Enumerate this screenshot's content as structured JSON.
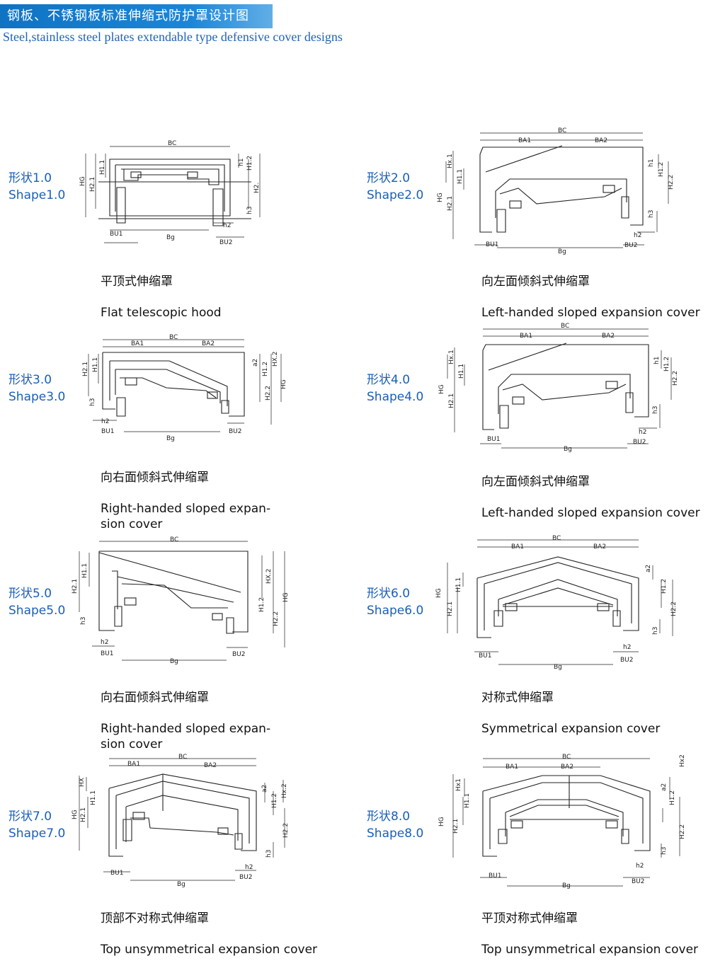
{
  "header": {
    "title_cn": "钢板、不锈钢板标准伸缩式防护罩设计图",
    "title_en": "Steel,stainless steel plates extendable type defensive cover designs"
  },
  "shapes": [
    {
      "label_cn": "形状1.0",
      "label_en": "Shape1.0",
      "caption_cn": "平顶式伸缩罩",
      "caption_en": "Flat telescopic hood",
      "dims": [
        "BC",
        "HG",
        "H2.1",
        "H1.1",
        "h1",
        "H1.2",
        "H2.",
        "h3",
        "h2",
        "BU1",
        "Bg",
        "BU2"
      ]
    },
    {
      "label_cn": "形状2.0",
      "label_en": "Shape2.0",
      "caption_cn": "向左面倾斜式伸缩罩",
      "caption_en": "Left-handed sloped expansion cover",
      "dims": [
        "BC",
        "BA1",
        "BA2",
        "Hx.1",
        "H1.1",
        "HG",
        "H2.1",
        "h1",
        "H1.2",
        "H2.2",
        "h3",
        "h2",
        "BU1",
        "Bg",
        "BU2"
      ]
    },
    {
      "label_cn": "形状3.0",
      "label_en": "Shape3.0",
      "caption_cn": "向右面倾斜式伸缩罩",
      "caption_en": "Right-handed sloped expan-\nsion cover",
      "dims": [
        "BC",
        "BA1",
        "BA2",
        "H2.1",
        "H1.1",
        "h3",
        "h2",
        "BU1",
        "Bg",
        "BU2",
        "a2",
        "H1.2",
        "HX.2",
        "H2.2",
        "HG"
      ]
    },
    {
      "label_cn": "形状4.0",
      "label_en": "Shape4.0",
      "caption_cn": "向左面倾斜式伸缩罩",
      "caption_en": "Left-handed sloped expansion cover",
      "dims": [
        "BC",
        "BA1",
        "BA2",
        "Hx.1",
        "H1.1",
        "HG",
        "H2.1",
        "h1",
        "H1.2",
        "H2.2",
        "h3",
        "h2",
        "BU1",
        "Bg",
        "BU2"
      ]
    },
    {
      "label_cn": "形状5.0",
      "label_en": "Shape5.0",
      "caption_cn": "向右面倾斜式伸缩罩",
      "caption_en": "Right-handed sloped expan-\nsion cover",
      "dims": [
        "BC",
        "H2.1",
        "H1.1",
        "h3",
        "h2",
        "BU1",
        "Bg",
        "BU2",
        "HX.2",
        "H1.2",
        "H2.2",
        "HG"
      ]
    },
    {
      "label_cn": "形状6.0",
      "label_en": "Shape6.0",
      "caption_cn": "对称式伸缩罩",
      "caption_en": "Symmetrical expansion cover",
      "dims": [
        "BC",
        "BA1",
        "BA2",
        "HG",
        "H1.1",
        "H2.1",
        "a2",
        "H1.2",
        "H2.2",
        "h3",
        "h2",
        "BU1",
        "Bg",
        "BU2"
      ]
    },
    {
      "label_cn": "形状7.0",
      "label_en": "Shape7.0",
      "caption_cn": "顶部不对称式伸缩罩",
      "caption_en": "Top unsymmetrical expansion cover",
      "dims": [
        "BC",
        "BA1",
        "BA2",
        "HX",
        "HG",
        "H2.1",
        "H1.1",
        "a2",
        "H1.2",
        "Hx.2",
        "H2.2",
        "h3",
        "h2",
        "BU1",
        "Bg",
        "BU2"
      ]
    },
    {
      "label_cn": "形状8.0",
      "label_en": "Shape8.0",
      "caption_cn": "平顶对称式伸缩罩",
      "caption_en": "Top unsymmetrical expansion cover",
      "dims": [
        "BC",
        "BA1",
        "BA2",
        "Hx2",
        "Hx1",
        "HG",
        "H1.1",
        "H2.1",
        "a2",
        "H1.2",
        "H2.2",
        "h3",
        "h2",
        "BU1",
        "Bg",
        "BU2"
      ]
    }
  ]
}
